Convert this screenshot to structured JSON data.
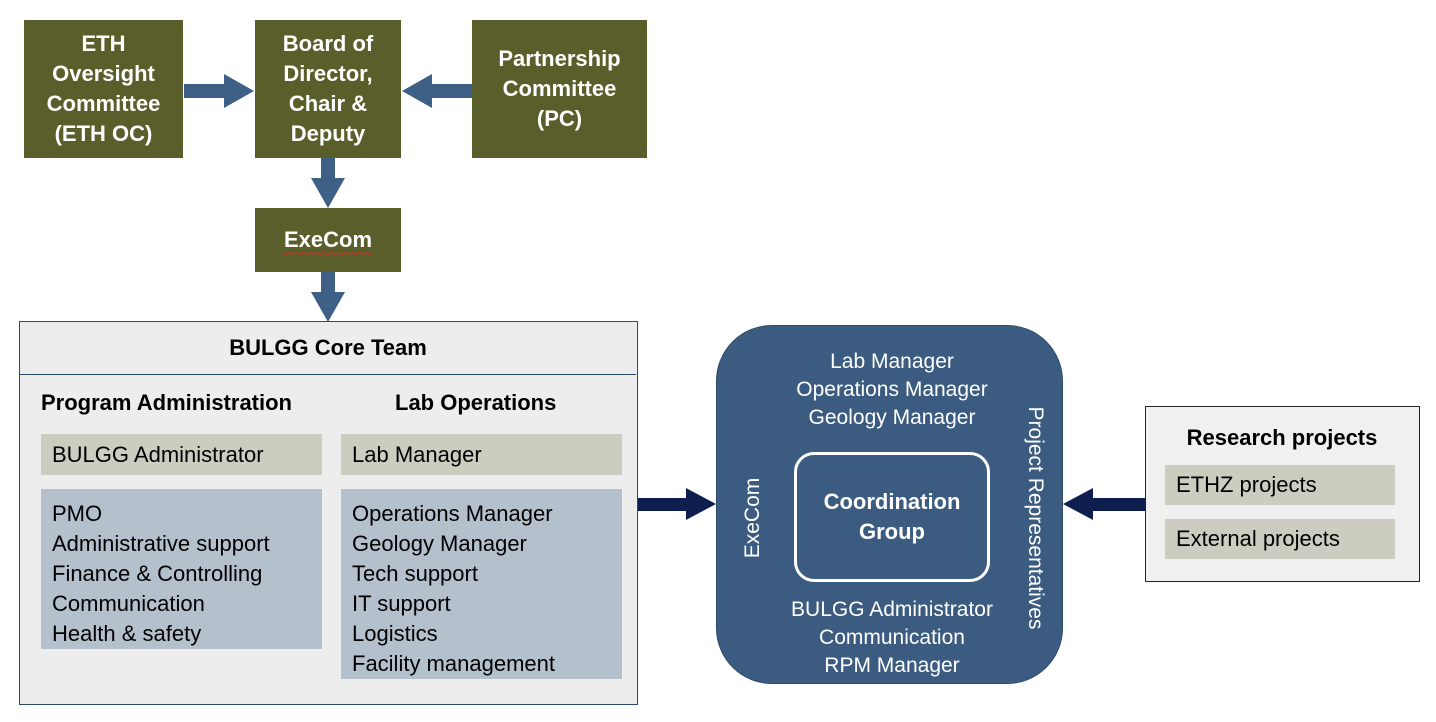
{
  "governance": {
    "eth_oc": "ETH\nOversight\nCommittee\n(ETH OC)",
    "board": "Board of\nDirector,\nChair &\nDeputy",
    "partnership": "Partnership\nCommittee\n(PC)",
    "execom": "ExeCom"
  },
  "core_team": {
    "title": "BULGG Core Team",
    "program_admin": {
      "heading": "Program Administration",
      "lead": "BULGG Administrator",
      "items": [
        "PMO",
        "Administrative support",
        "Finance & Controlling",
        "Communication",
        "Health & safety"
      ]
    },
    "lab_operations": {
      "heading": "Lab Operations",
      "lead": "Lab Manager",
      "items": [
        "Operations Manager",
        "Geology Manager",
        "Tech support",
        "IT support",
        "Logistics",
        "Facility management"
      ]
    }
  },
  "coordination": {
    "top": [
      "Lab Manager",
      "Operations Manager",
      "Geology Manager"
    ],
    "center": "Coordination\nGroup",
    "left_label": "ExeCom",
    "right_label": "Project Representatives",
    "bottom": [
      "BULGG Administrator",
      "Communication",
      "RPM Manager"
    ]
  },
  "research": {
    "title": "Research projects",
    "items": [
      "ETHZ projects",
      "External projects"
    ]
  },
  "colors": {
    "governance_green": "#5a5e2b",
    "arrow_blue": "#3e5f86",
    "arrow_navy": "#0e1f4f",
    "coordination_blue": "#3b5c80",
    "tan": "#cccdc0",
    "light_blue": "#b4c0cc"
  }
}
